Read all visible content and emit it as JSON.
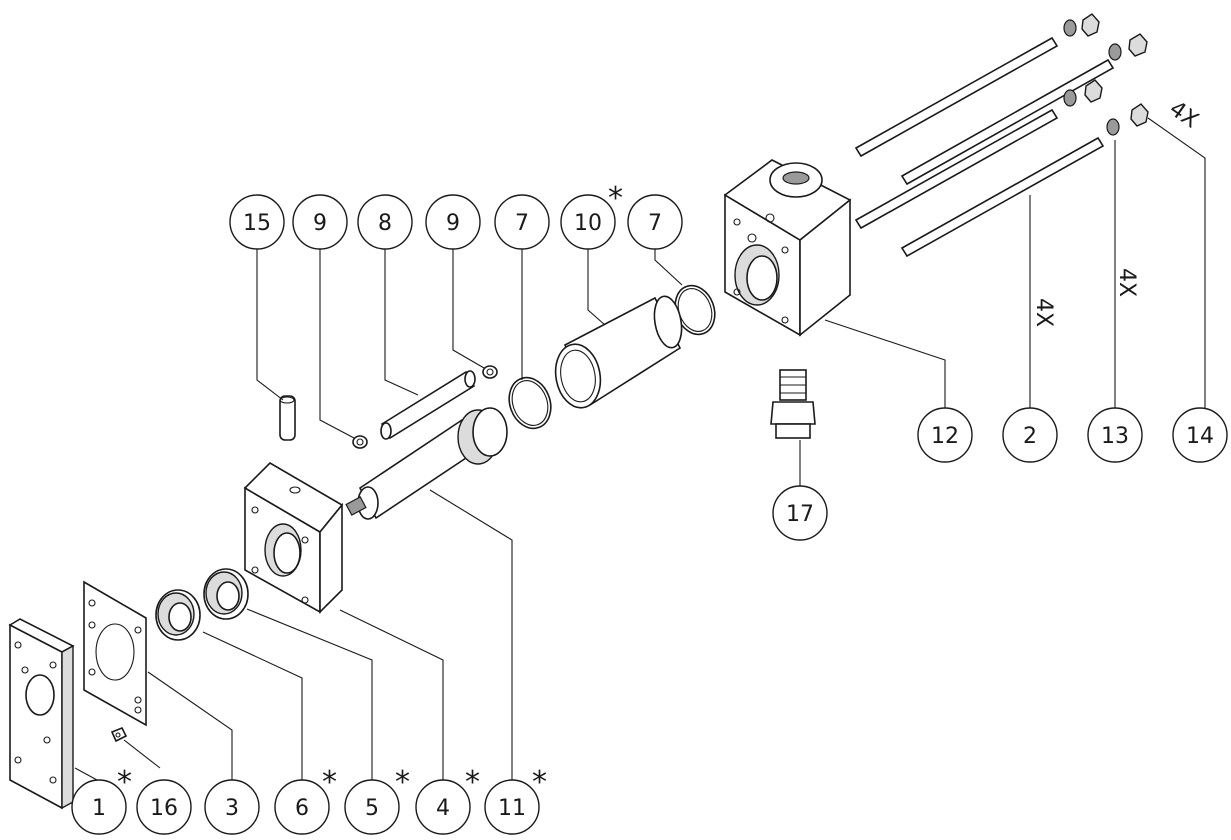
{
  "balloons": [
    {
      "label": "1"
    },
    {
      "label": "16"
    },
    {
      "label": "3"
    },
    {
      "label": "6"
    },
    {
      "label": "5"
    },
    {
      "label": "4"
    },
    {
      "label": "11"
    },
    {
      "label": "15"
    },
    {
      "label": "9"
    },
    {
      "label": "8"
    },
    {
      "label": "9"
    },
    {
      "label": "7"
    },
    {
      "label": "10"
    },
    {
      "label": "7"
    },
    {
      "label": "12"
    },
    {
      "label": "2"
    },
    {
      "label": "13"
    },
    {
      "label": "14"
    },
    {
      "label": "17"
    }
  ],
  "quantity_notes": [
    {
      "text": "4X"
    },
    {
      "text": "4X"
    },
    {
      "text": "4X"
    }
  ],
  "asterisk": "*"
}
